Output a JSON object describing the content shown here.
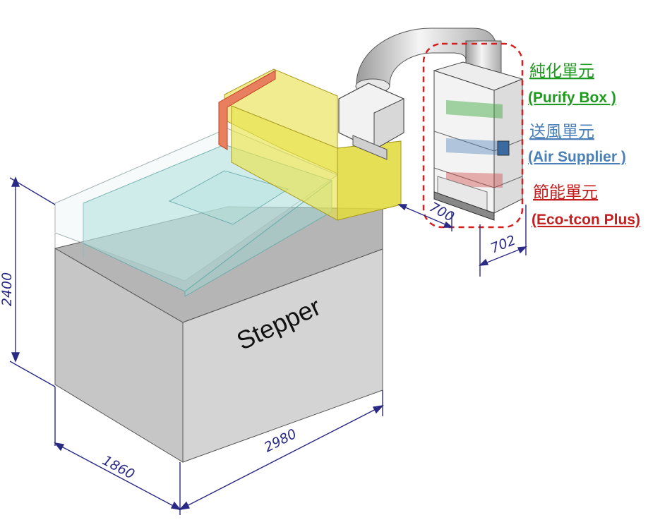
{
  "machine": {
    "label": "Stepper"
  },
  "dimensions": {
    "height": "2400",
    "depth": "1860",
    "width": "2980",
    "unit_depth": "700",
    "unit_width": "702"
  },
  "annotations": {
    "purify": {
      "zh": "純化單元",
      "en": "(Purify Box )",
      "color": "#1e9a1e"
    },
    "air": {
      "zh": "送風單元",
      "en": "(Air Supplier )",
      "color": "#4a7fb8"
    },
    "eco": {
      "zh": "節能單元",
      "en": "(Eco-tcon Plus)",
      "color": "#c41e1e"
    }
  },
  "colors": {
    "highlight_box": "#d42020",
    "dimension": "#2a2a86",
    "stepper_top": "#b8b8b8",
    "stepper_front": "#cfcfcf",
    "stepper_side": "#e2e2e2"
  }
}
